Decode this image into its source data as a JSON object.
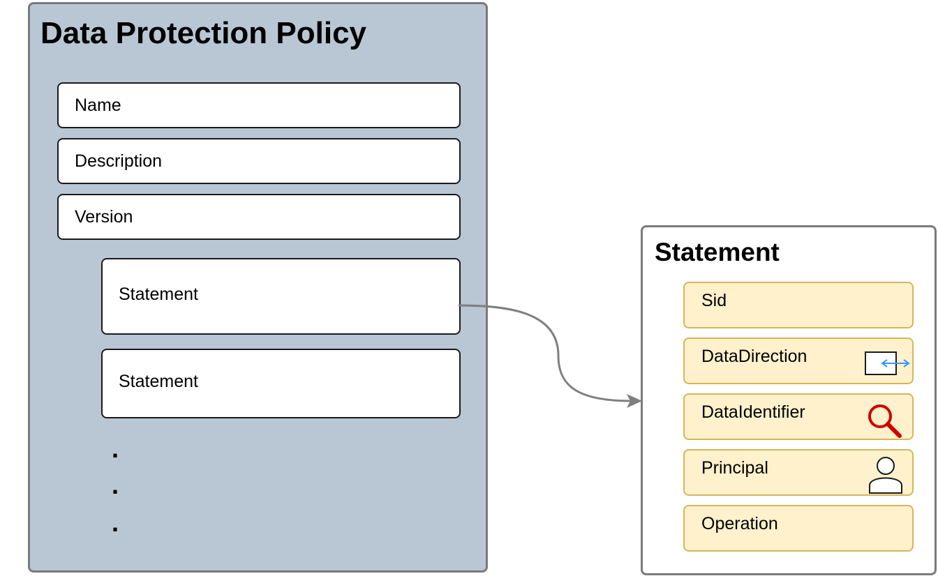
{
  "policy": {
    "title": "Data Protection Policy",
    "fields": [
      "Name",
      "Description",
      "Version"
    ],
    "statements": [
      "Statement",
      "Statement"
    ],
    "ellipsis": [
      ".",
      ".",
      "."
    ]
  },
  "statement_detail": {
    "title": "Statement",
    "attributes": [
      {
        "label": "Sid",
        "icon": ""
      },
      {
        "label": "DataDirection",
        "icon": "data-direction-icon"
      },
      {
        "label": "DataIdentifier",
        "icon": "magnifier-icon"
      },
      {
        "label": "Principal",
        "icon": "user-icon"
      },
      {
        "label": "Operation",
        "icon": ""
      }
    ]
  },
  "colors": {
    "policy_fill": "#b8c7d3",
    "attribute_fill": "#fff1cc",
    "attribute_border": "#d6b656",
    "connector": "#7f7f7f",
    "magnifier": "#cc0000",
    "direction_arrow": "#3399ff"
  }
}
